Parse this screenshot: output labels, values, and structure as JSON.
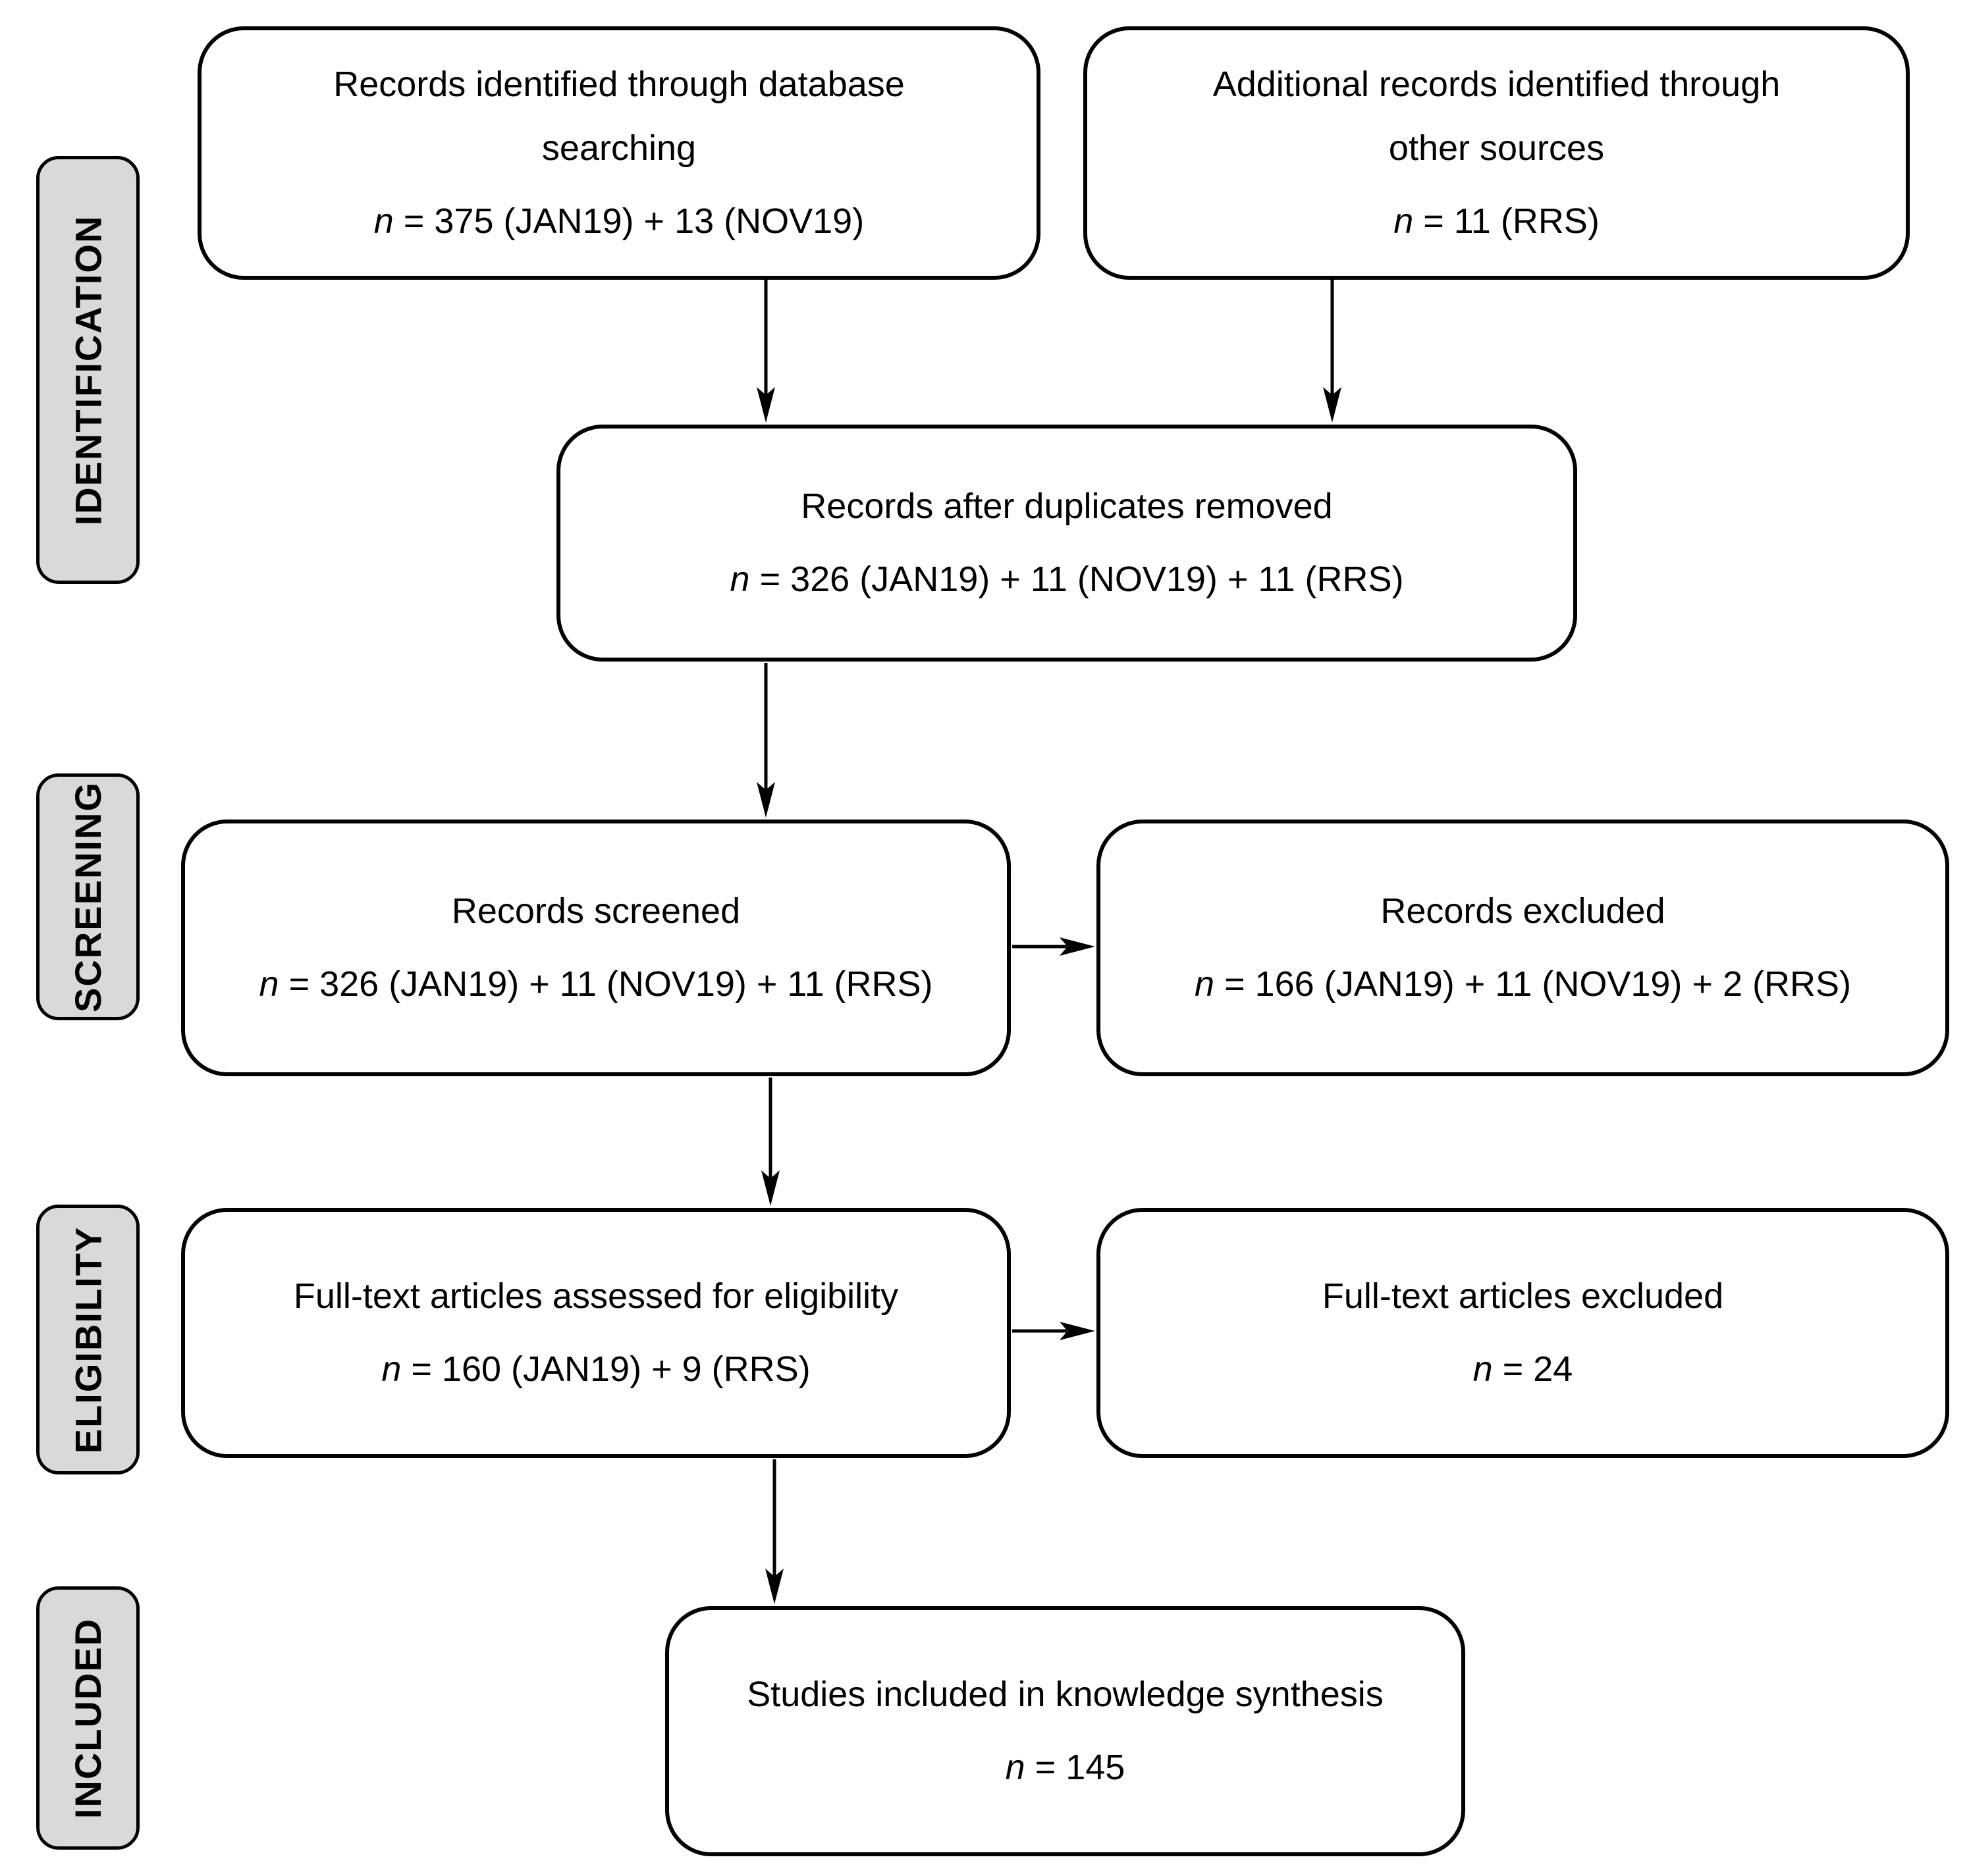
{
  "stages": {
    "identification": "IDENTIFICATION",
    "screening": "SCREENING",
    "eligibility": "ELIGIBILITY",
    "included": "INCLUDED"
  },
  "boxes": {
    "db_search": {
      "lines": [
        "Records identified through database",
        "searching"
      ],
      "n_symbol": "n",
      "n_value": " = 375 (JAN19) + 13 (NOV19)"
    },
    "other_sources": {
      "lines": [
        "Additional records identified through",
        "other sources"
      ],
      "n_symbol": "n",
      "n_value": " = 11 (RRS)"
    },
    "duplicates_removed": {
      "lines": [
        "Records after duplicates removed"
      ],
      "n_symbol": "n",
      "n_value": " = 326 (JAN19) + 11 (NOV19) + 11 (RRS)"
    },
    "records_screened": {
      "lines": [
        "Records screened"
      ],
      "n_symbol": "n",
      "n_value": " = 326 (JAN19) + 11 (NOV19) + 11 (RRS)"
    },
    "records_excluded": {
      "lines": [
        "Records excluded"
      ],
      "n_symbol": "n",
      "n_value": " = 166 (JAN19) + 11 (NOV19) + 2 (RRS)"
    },
    "fulltext_assessed": {
      "lines": [
        "Full-text articles assessed for eligibility"
      ],
      "n_symbol": "n",
      "n_value": " = 160 (JAN19) + 9 (RRS)"
    },
    "fulltext_excluded": {
      "lines": [
        "Full-text articles excluded"
      ],
      "n_symbol": "n",
      "n_value": " = 24"
    },
    "studies_included": {
      "lines": [
        "Studies included in knowledge synthesis"
      ],
      "n_symbol": "n",
      "n_value": " = 145"
    }
  },
  "colors": {
    "stage_fill": "#d9d9d9",
    "box_fill": "#ffffff",
    "border": "#000000",
    "text": "#000000"
  }
}
